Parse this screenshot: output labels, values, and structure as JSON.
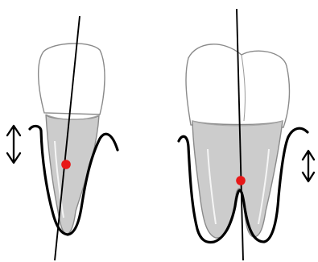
{
  "diagram": {
    "panels": [
      {
        "id": "single-root-tooth",
        "root_count": 1
      },
      {
        "id": "multi-root-tooth",
        "root_count": 2
      }
    ],
    "colors": {
      "crown_fill": "#ffffff",
      "root_fill": "#cccccc",
      "outline": "#8a8a8a",
      "bone_line": "#000000",
      "axis_line": "#000000",
      "center_marker": "#e81818",
      "background": "#ffffff"
    },
    "icons": {
      "mobility_arrow": "up-down-double-arrow-icon",
      "center_of_rotation": "red-dot-marker"
    }
  }
}
